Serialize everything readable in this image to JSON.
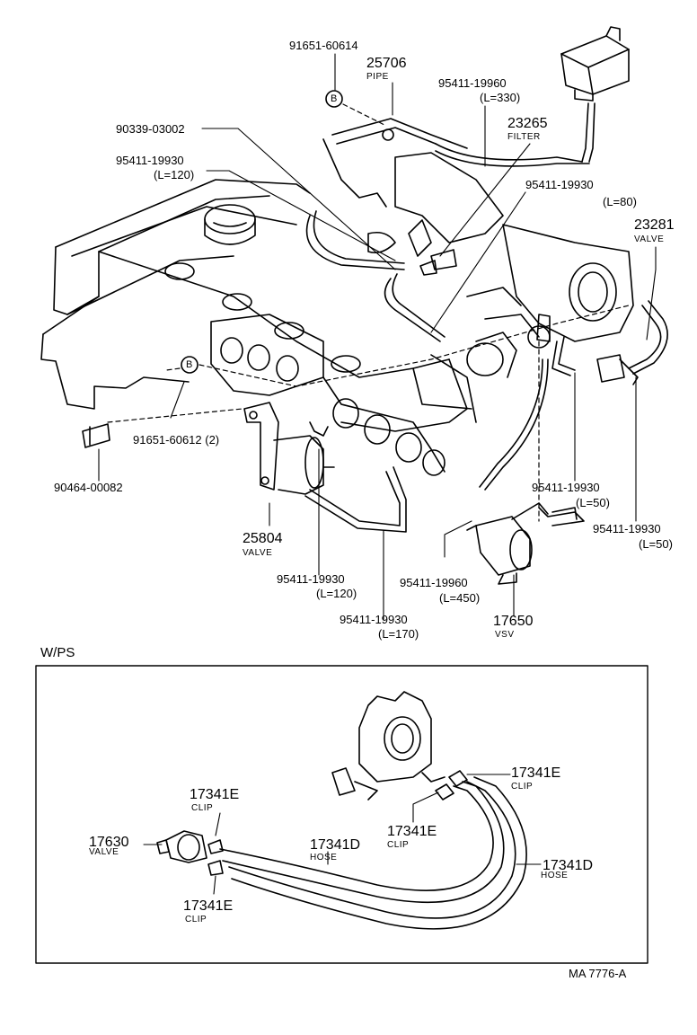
{
  "labels": {
    "p91651_60614": "91651-60614",
    "p25706": "25706",
    "pipe": "PIPE",
    "p95411_19960_330": "95411-19960",
    "l330": "(L=330)",
    "p23265": "23265",
    "filter": "FILTER",
    "p90339_03002": "90339-03002",
    "p95411_19930_120a": "95411-19930",
    "l120a": "(L=120)",
    "p95411_19930_80": "95411-19930",
    "l80": "(L=80)",
    "p23281": "23281",
    "valve_23281": "VALVE",
    "b_top": "B",
    "b_mid": "B",
    "p91651_60612": "91651-60612 (2)",
    "p90464_00082": "90464-00082",
    "p25804": "25804",
    "valve_25804": "VALVE",
    "p95411_19930_50a": "95411-19930",
    "l50a": "(L=50)",
    "p95411_19930_50b": "95411-19930",
    "l50b": "(L=50)",
    "p95411_19930_120b": "95411-19930",
    "l120b": "(L=120)",
    "p95411_19960_450": "95411-19960",
    "l450": "(L=450)",
    "p17650": "17650",
    "vsv": "VSV",
    "p95411_19930_170": "95411-19930",
    "l170": "(L=170)",
    "wps": "W/PS",
    "p17341e_tr": "17341E",
    "clip_tr": "CLIP",
    "p17341e_mid": "17341E",
    "clip_mid": "CLIP",
    "p17341e_tl": "17341E",
    "clip_tl": "CLIP",
    "p17630": "17630",
    "valve_17630": "VALVE",
    "p17341d_a": "17341D",
    "hose_a": "HOSE",
    "p17341d_b": "17341D",
    "hose_b": "HOSE",
    "p17341e_bl": "17341E",
    "clip_bl": "CLIP",
    "ref": "MA 7776-A"
  }
}
